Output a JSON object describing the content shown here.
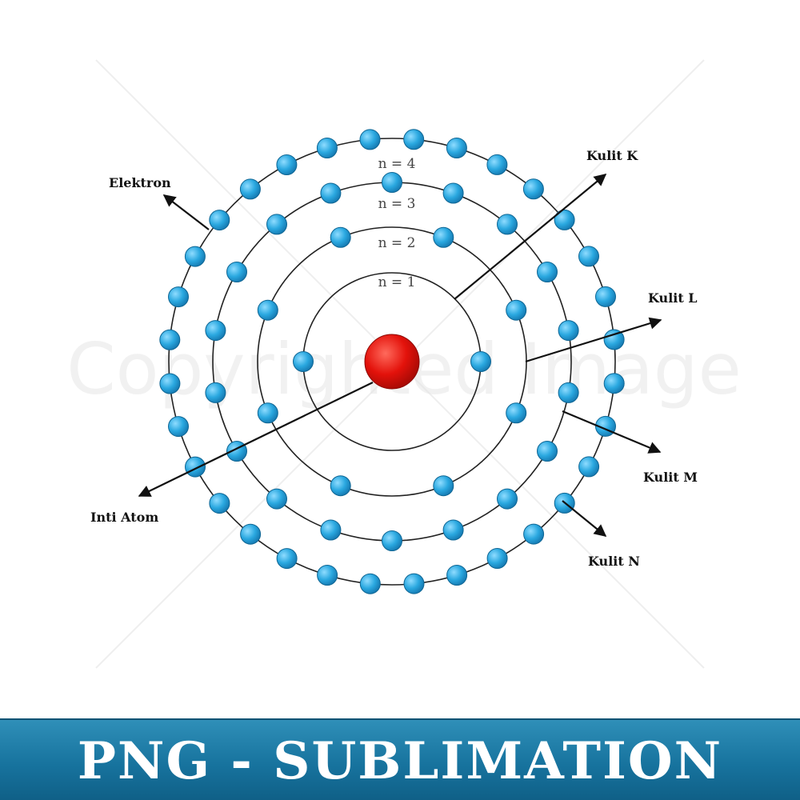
{
  "watermark": "Copyrighted Image",
  "shells": [
    {
      "label": "n = 1",
      "electrons": 2
    },
    {
      "label": "n = 2",
      "electrons": 8
    },
    {
      "label": "n = 3",
      "electrons": 18
    },
    {
      "label": "n = 4",
      "electrons": 32
    }
  ],
  "callouts": {
    "electron": "Elektron",
    "nucleus": "Inti Atom",
    "shell_k": "Kulit K",
    "shell_l": "Kulit L",
    "shell_m": "Kulit M",
    "shell_n": "Kulit N"
  },
  "colors": {
    "nucleus": "#e3120b",
    "electron": "#2aa8e0",
    "orbit": "#222222",
    "banner": "#17739e"
  },
  "banner": {
    "text": "PNG - SUBLIMATION"
  }
}
